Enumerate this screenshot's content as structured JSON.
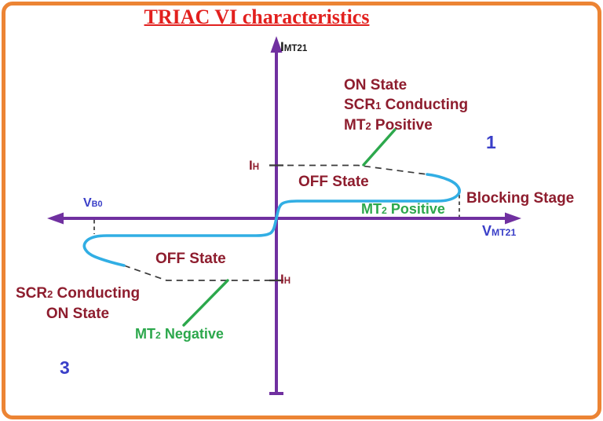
{
  "colors": {
    "border": "#EC8434",
    "title": "#E2201E",
    "maroon": "#8E1D2E",
    "purple": "#7030A0",
    "cyan": "#31AEE4",
    "green": "#2CA84C",
    "blue": "#3A3FC8",
    "ink": "#1A1A1A",
    "dash": "#3A3A3A"
  },
  "title": "TRIAC VI characteristics",
  "axes": {
    "y_label": {
      "main": "I",
      "sub": "MT21"
    },
    "x_label": {
      "main": "V",
      "sub": "MT21"
    },
    "breakover": {
      "main": "V",
      "sub": "B0"
    },
    "holding_upper": {
      "main": "I",
      "sub": "H"
    },
    "holding_lower": {
      "main": "I",
      "sub": "H"
    }
  },
  "quadrant1": {
    "number": "1",
    "on_state": "ON State",
    "scr": {
      "pre": "SCR",
      "sub": "1",
      "post": " Conducting"
    },
    "mt2": {
      "pre": "MT",
      "sub": "2",
      "post": " Positive"
    },
    "off_state": "OFF State",
    "blocking": "Blocking Stage",
    "mt2_green": {
      "pre": "MT",
      "sub": "2",
      "post": " Positive"
    }
  },
  "quadrant3": {
    "number": "3",
    "off_state": "OFF State",
    "scr": {
      "pre": "SCR",
      "sub": "2",
      "post": " Conducting"
    },
    "on_state": "ON State",
    "mt2_green": {
      "pre": "MT",
      "sub": "2",
      "post": " Negative"
    }
  }
}
